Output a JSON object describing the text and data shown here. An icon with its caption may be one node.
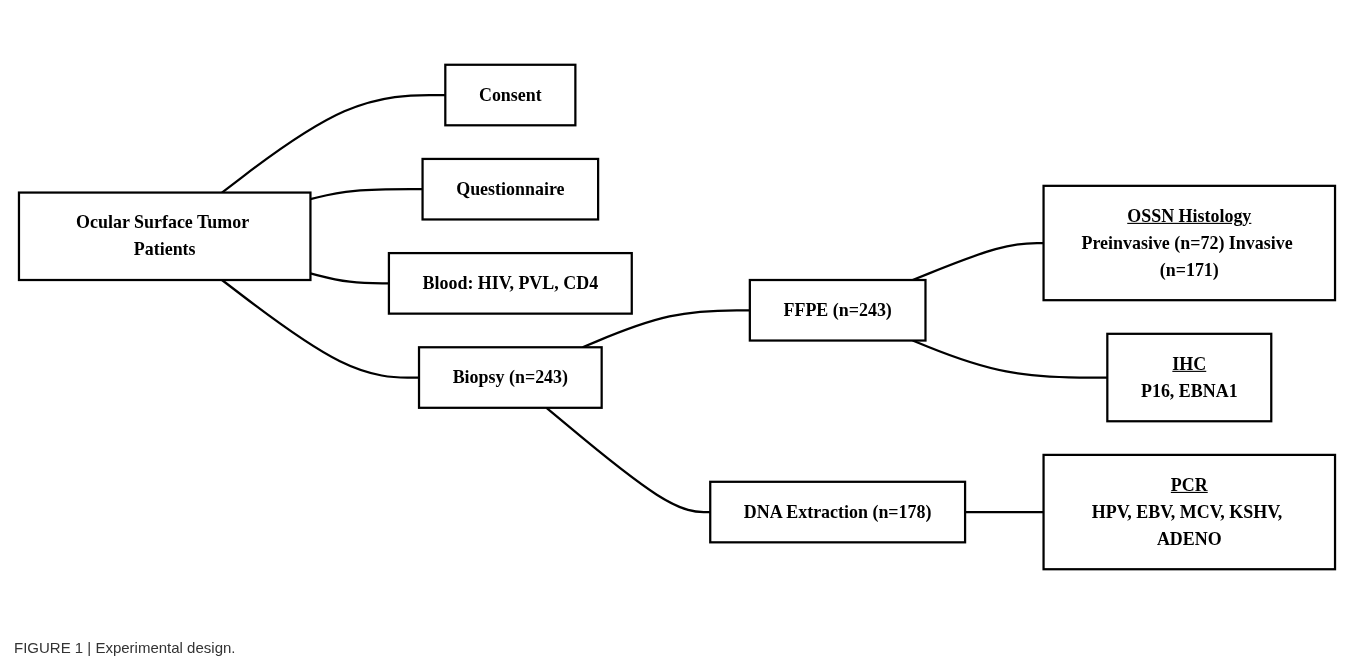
{
  "diagram": {
    "caption": "FIGURE 1 | Experimental design.",
    "nodes": [
      {
        "text": [
          "Ocular Surface Tumor Patients"
        ]
      },
      {
        "text": [
          "Consent"
        ]
      },
      {
        "text": [
          "Questionnaire"
        ]
      },
      {
        "text": [
          "Blood: HIV, PVL, CD4"
        ]
      },
      {
        "text": [
          "Biopsy (n=243)"
        ]
      },
      {
        "text": [
          "FFPE (n=243)"
        ]
      },
      {
        "text": [
          "DNA Extraction (n=178)"
        ]
      },
      {
        "text": [
          "OSSN Histology",
          "Preinvasive (n=72) Invasive (n=171)"
        ]
      },
      {
        "text": [
          "IHC",
          "P16, EBNA1"
        ]
      },
      {
        "text": [
          "PCR",
          "HPV, EBV, MCV, KSHV, ADENO"
        ]
      }
    ],
    "edges": [
      {
        "from": 0,
        "to": 1,
        "arrow": "none"
      },
      {
        "from": 0,
        "to": 2,
        "arrow": "none"
      },
      {
        "from": 0,
        "to": 3,
        "arrow": "none"
      },
      {
        "from": 0,
        "to": 4,
        "arrow": "none"
      },
      {
        "from": 4,
        "to": 5,
        "arrow": "none"
      },
      {
        "from": 4,
        "to": 6,
        "arrow": "none"
      },
      {
        "from": 5,
        "to": 7,
        "arrow": "none"
      },
      {
        "from": 5,
        "to": 8,
        "arrow": "none"
      },
      {
        "from": 6,
        "to": 9,
        "arrow": "none"
      }
    ]
  }
}
